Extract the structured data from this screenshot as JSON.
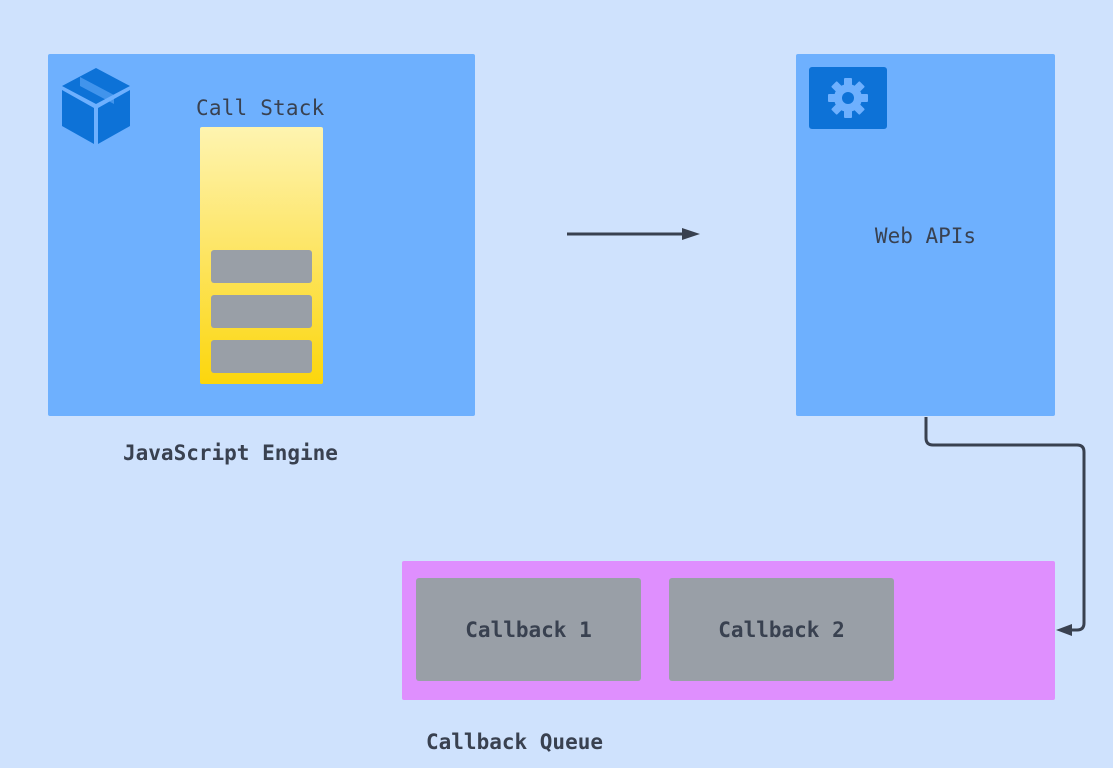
{
  "engine": {
    "label": "JavaScript Engine",
    "icon": "box-icon",
    "call_stack_label": "Call Stack",
    "stack_frames": 3
  },
  "web_apis": {
    "label": "Web APIs",
    "icon": "gear-icon"
  },
  "queue": {
    "label": "Callback Queue",
    "items": [
      "Callback 1",
      "Callback 2"
    ]
  },
  "colors": {
    "background": "#cfe2fd",
    "container_blue": "#6eb0fe",
    "icon_blue": "#0d72d7",
    "stack_yellow": "#fcd60c",
    "frame_gray": "#999fa7",
    "queue_purple": "#df8ffe",
    "text": "#394150"
  }
}
